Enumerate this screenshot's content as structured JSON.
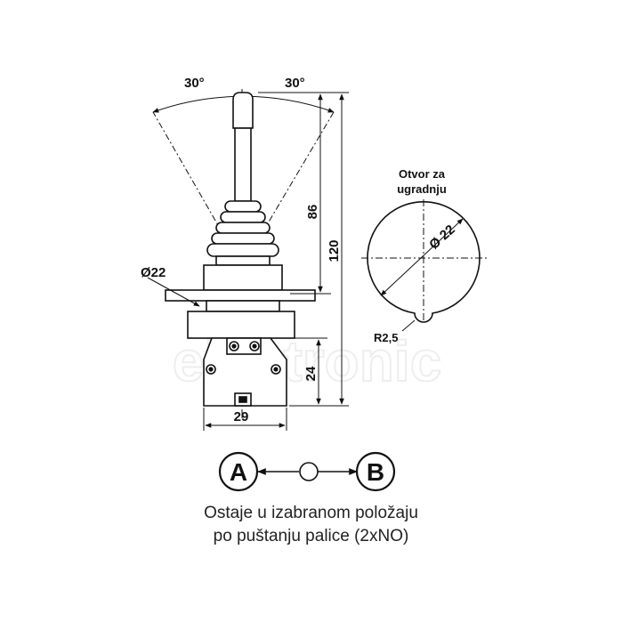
{
  "labels": {
    "angle_left": "30°",
    "angle_right": "30°",
    "dim_86": "86",
    "dim_120": "120",
    "dim_22": "Ø22",
    "dim_24": "24",
    "dim_29": "29",
    "hole_title_line1": "Otvor za",
    "hole_title_line2": "ugradnju",
    "hole_diameter": "Ø 22",
    "hole_radius": "R2,5",
    "watermark": "electronic",
    "position_a": "A",
    "position_b": "B"
  },
  "caption": {
    "line1": "Ostaje u izabranom položaju",
    "line2": "po puštanju palice (2xNO)"
  }
}
